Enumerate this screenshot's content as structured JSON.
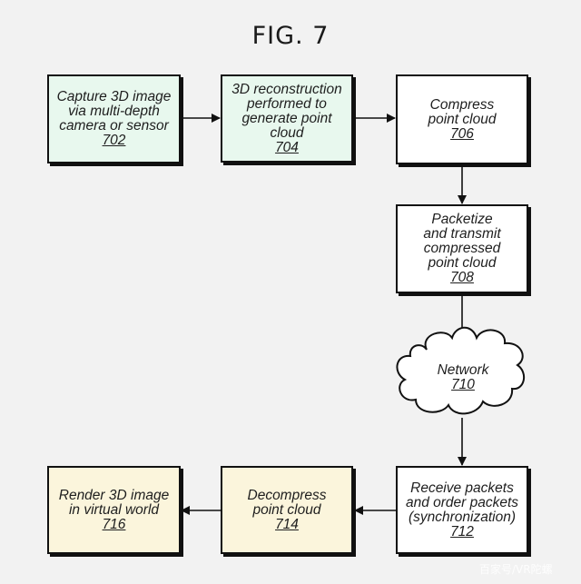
{
  "figure": {
    "title": "FIG. 7"
  },
  "nodes": {
    "n702": {
      "lines": [
        "Capture 3D image",
        "via multi-depth",
        "camera or sensor"
      ],
      "ref": "702",
      "fill": "#e8f8ee"
    },
    "n704": {
      "lines": [
        "3D reconstruction",
        "performed to",
        "generate point",
        "cloud"
      ],
      "ref": "704",
      "fill": "#e8f8ee"
    },
    "n706": {
      "lines": [
        "Compress",
        "point cloud"
      ],
      "ref": "706",
      "fill": "#ffffff"
    },
    "n708": {
      "lines": [
        "Packetize",
        "and transmit",
        "compressed",
        "point cloud"
      ],
      "ref": "708",
      "fill": "#ffffff"
    },
    "n710": {
      "lines": [
        "Network"
      ],
      "ref": "710",
      "shape": "cloud"
    },
    "n712": {
      "lines": [
        "Receive packets",
        "and order packets",
        "(synchronization)"
      ],
      "ref": "712",
      "fill": "#ffffff"
    },
    "n714": {
      "lines": [
        "Decompress",
        "point cloud"
      ],
      "ref": "714",
      "fill": "#fbf5dc"
    },
    "n716": {
      "lines": [
        "Render 3D image",
        "in virtual world"
      ],
      "ref": "716",
      "fill": "#fbf5dc"
    }
  },
  "edges": [
    {
      "from": "702",
      "to": "704"
    },
    {
      "from": "704",
      "to": "706"
    },
    {
      "from": "706",
      "to": "708"
    },
    {
      "from": "708",
      "to": "710"
    },
    {
      "from": "710",
      "to": "712"
    },
    {
      "from": "712",
      "to": "714"
    },
    {
      "from": "714",
      "to": "716"
    }
  ],
  "watermark": "百家号/VR陀螺"
}
